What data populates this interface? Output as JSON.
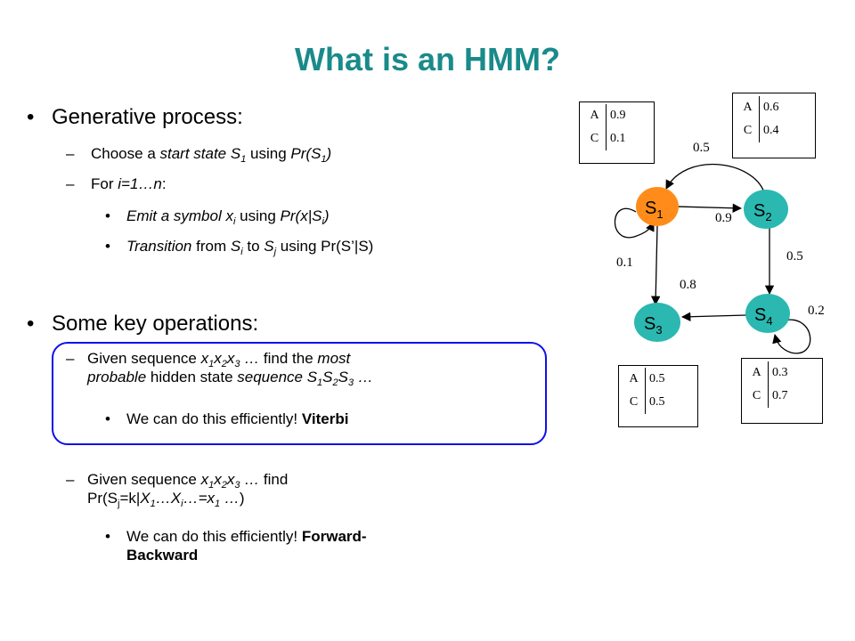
{
  "title": "What is an HMM?",
  "sections": [
    {
      "heading": "Generative process:",
      "choose_prefix": "Choose a ",
      "choose_mid": "start state S",
      "choose_sub": "1",
      "choose_suffix1": " using ",
      "choose_pr": "Pr(S",
      "choose_pr_sub": "1",
      "choose_pr_end": ")",
      "for_prefix": "For ",
      "for_range": "i=1…n",
      "for_suffix": ":",
      "emit_i": "Emit a symbol x",
      "emit_sub": "i",
      "emit_mid": " using ",
      "emit_pr": "Pr(x|S",
      "emit_pr_sub": "i",
      "emit_pr_end": ")",
      "trans_i": "Transition",
      "trans_mid": " from ",
      "trans_s": "S",
      "trans_s_sub": "i",
      "trans_to": " to ",
      "trans_s2": "S",
      "trans_s2_sub": "j",
      "trans_end": " using Pr(S’|S)"
    },
    {
      "heading": "Some key operations:",
      "op1_a": "Given sequence ",
      "op1_b": "x",
      "op1_c": "1",
      "op1_d": "x",
      "op1_e": "2",
      "op1_f": "x",
      "op1_g": "3",
      "op1_h": " …",
      "op1_i": " find the ",
      "op1_j": "most",
      "op1_k": "probable",
      "op1_l": " hidden state ",
      "op1_m": "sequence S",
      "op1_n": "1",
      "op1_o": "S",
      "op1_p": "2",
      "op1_q": "S",
      "op1_r": "3",
      "op1_s": " …",
      "op1_note": "We can do this efficiently! ",
      "op1_algo": "Viterbi",
      "op2_a": "Given sequence ",
      "op2_b": "x",
      "op2_c": "1",
      "op2_d": "x",
      "op2_e": "2",
      "op2_f": "x",
      "op2_g": "3",
      "op2_h": " …",
      "op2_i": " find",
      "op2_j": "Pr(S",
      "op2_k": "j",
      "op2_l": "=k|",
      "op2_m": "X",
      "op2_n": "1",
      "op2_o": "…X",
      "op2_p": "i",
      "op2_q": "…=x",
      "op2_r": "1",
      "op2_s": " …",
      "op2_t": ")",
      "op2_note": "We can do this efficiently! ",
      "op2_algo1": "Forward-",
      "op2_algo2": "Backward"
    }
  ],
  "bullets": {
    "level1": "•",
    "level2": "–",
    "level3": "•"
  },
  "states": [
    {
      "name": "S",
      "sub": "1",
      "color": "#ff8c1a"
    },
    {
      "name": "S",
      "sub": "2",
      "color": "#2bb8b0"
    },
    {
      "name": "S",
      "sub": "3",
      "color": "#2bb8b0"
    },
    {
      "name": "S",
      "sub": "4",
      "color": "#2bb8b0"
    }
  ],
  "transitions": [
    {
      "from": "S1",
      "to": "S2",
      "prob": "0.9"
    },
    {
      "from": "S1",
      "to": "S1",
      "prob": "0.1"
    },
    {
      "from": "S2",
      "to": "S1",
      "prob": "0.5"
    },
    {
      "from": "S2",
      "to": "S4",
      "prob": "0.5"
    },
    {
      "from": "S4",
      "to": "S3",
      "prob": "0.8"
    },
    {
      "from": "S4",
      "to": "S4",
      "prob": "0.2"
    }
  ],
  "emissions": [
    {
      "state": "S1",
      "rows": [
        [
          "A",
          "0.9"
        ],
        [
          "C",
          "0.1"
        ]
      ]
    },
    {
      "state": "S2",
      "rows": [
        [
          "A",
          "0.6"
        ],
        [
          "C",
          "0.4"
        ]
      ]
    },
    {
      "state": "S3",
      "rows": [
        [
          "A",
          "0.5"
        ],
        [
          "C",
          "0.5"
        ]
      ]
    },
    {
      "state": "S4",
      "rows": [
        [
          "A",
          "0.3"
        ],
        [
          "C",
          "0.7"
        ]
      ]
    }
  ],
  "colors": {
    "title": "#1a8a8a",
    "highlight_border": "#1010e8",
    "start_state": "#ff8c1a",
    "state": "#2bb8b0"
  }
}
